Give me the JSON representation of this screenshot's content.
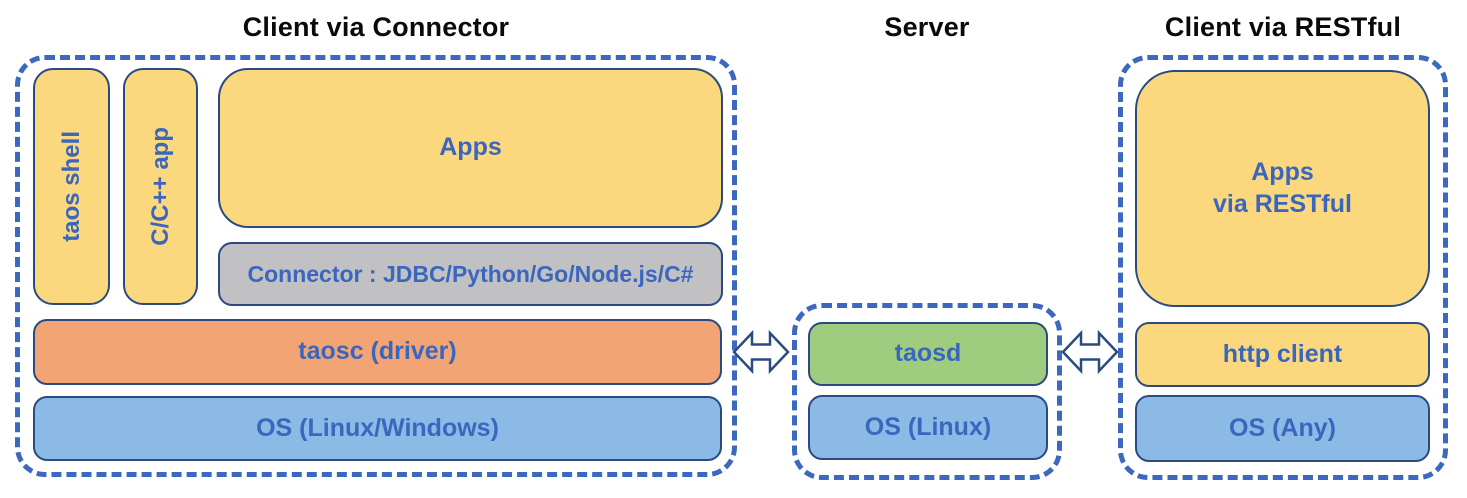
{
  "colors": {
    "dashed_border": "#3d68c0",
    "box_border": "#2a4a80",
    "yellow_fill": "#fbd87e",
    "gray_fill": "#c1c1c4",
    "orange_fill": "#f2a475",
    "blue_fill": "#8abae5",
    "green_fill": "#a0cc80",
    "label_blue": "#3a67bd",
    "title_black": "#0a0a0a"
  },
  "sections": {
    "client_connector": {
      "title": "Client via Connector",
      "boxes": {
        "taos_shell": "taos shell",
        "cpp_app": "C/C++ app",
        "apps": "Apps",
        "connector": "Connector : JDBC/Python/Go/Node.js/C#",
        "taosc": "taosc (driver)",
        "os": "OS (Linux/Windows)"
      }
    },
    "server": {
      "title": "Server",
      "boxes": {
        "taosd": "taosd",
        "os": "OS (Linux)"
      }
    },
    "client_restful": {
      "title": "Client via RESTful",
      "boxes": {
        "apps_line1": "Apps",
        "apps_line2": "via RESTful",
        "http_client": "http client",
        "os": "OS (Any)"
      }
    }
  },
  "arrows": {
    "left": "double-headed-arrow",
    "right": "double-headed-arrow"
  }
}
